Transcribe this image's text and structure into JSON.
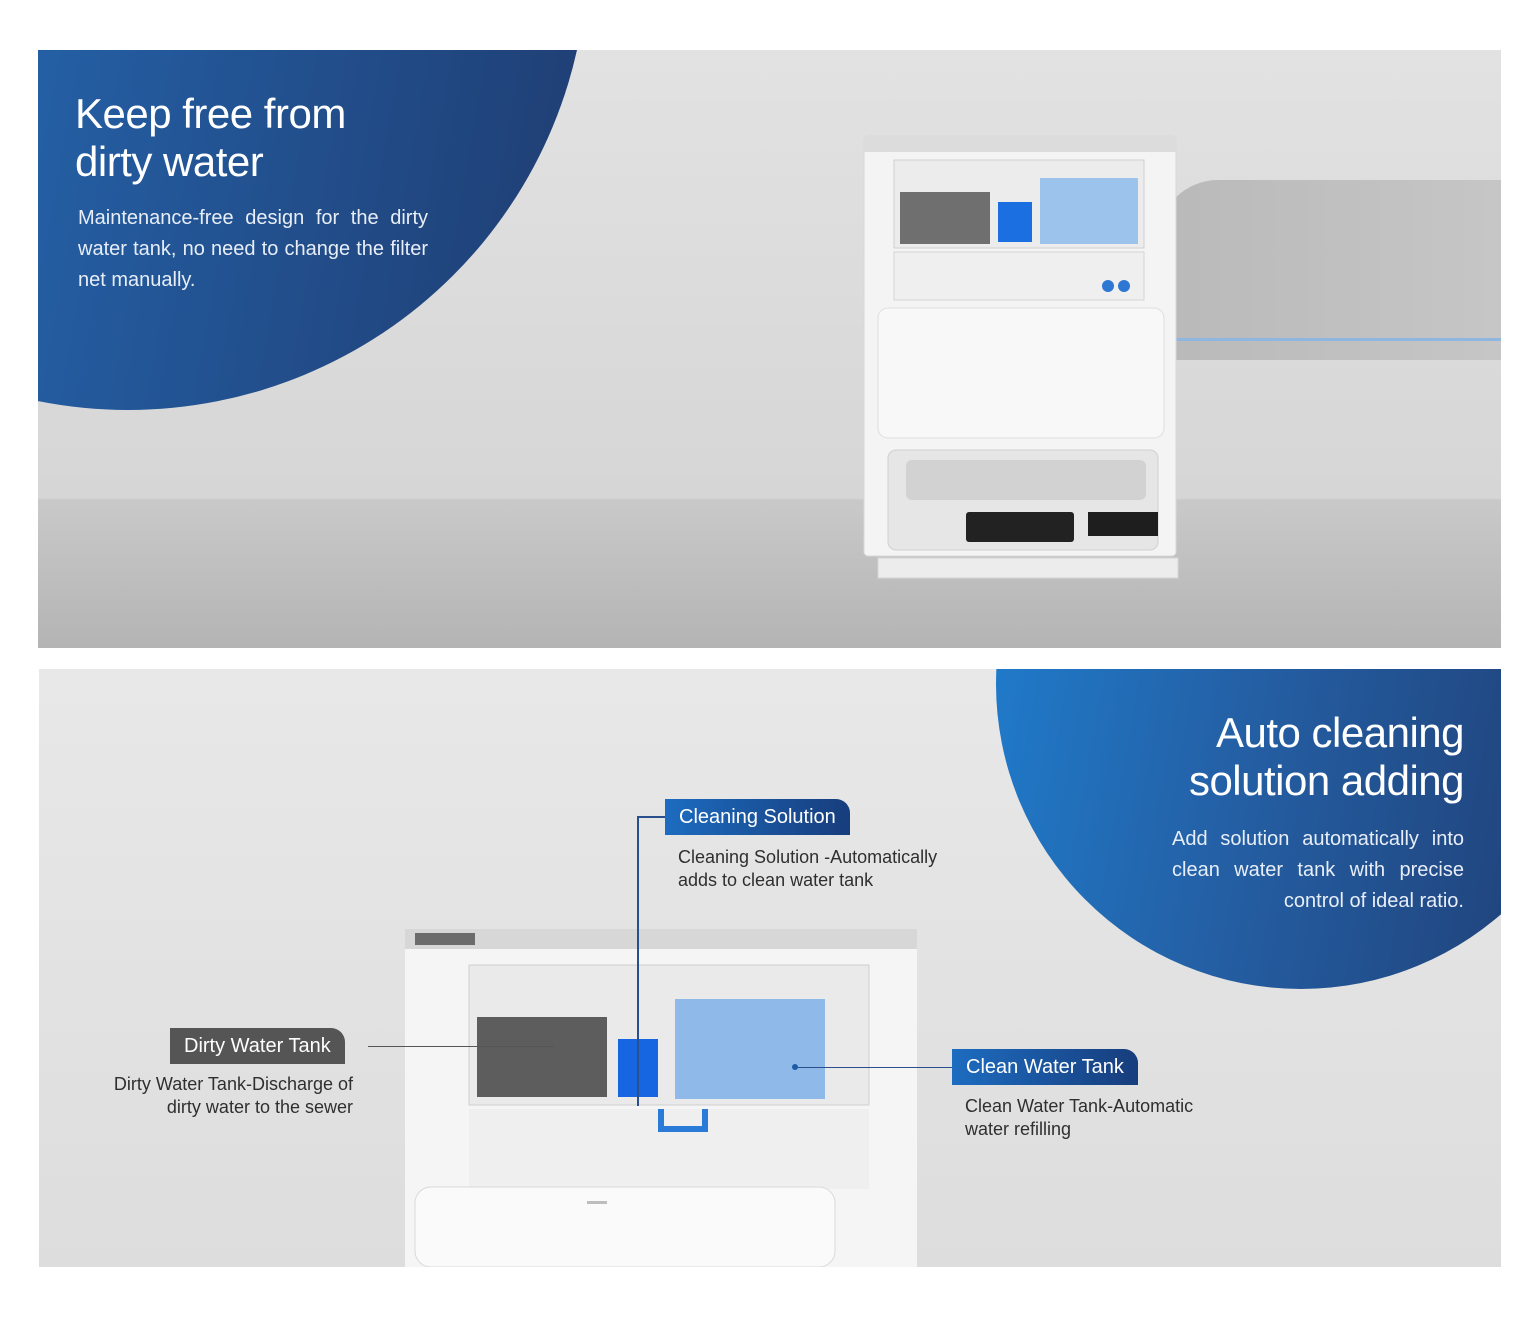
{
  "section1": {
    "title_line1": "Keep free from",
    "title_line2": "dirty water",
    "description": "Maintenance-free design for the dirty water tank, no need to change the filter net manually."
  },
  "section2": {
    "title_line1": "Auto cleaning",
    "title_line2": "solution adding",
    "description": "Add solution automatically into clean water tank with precise control of ideal ratio.",
    "callouts": {
      "cleaning_solution": {
        "label": "Cleaning Solution",
        "desc_line1": "Cleaning Solution -Automatically",
        "desc_line2": "adds to clean water tank"
      },
      "dirty_water_tank": {
        "label": "Dirty Water Tank",
        "desc_line1": "Dirty Water Tank-Discharge of",
        "desc_line2": "dirty water to the sewer"
      },
      "clean_water_tank": {
        "label": "Clean Water Tank",
        "desc_line1": "Clean Water Tank-Automatic",
        "desc_line2": "water refilling"
      }
    }
  },
  "colors": {
    "accent_blue": "#1f6fc4",
    "navy": "#1f3c70",
    "dark_tag": "#555555"
  }
}
